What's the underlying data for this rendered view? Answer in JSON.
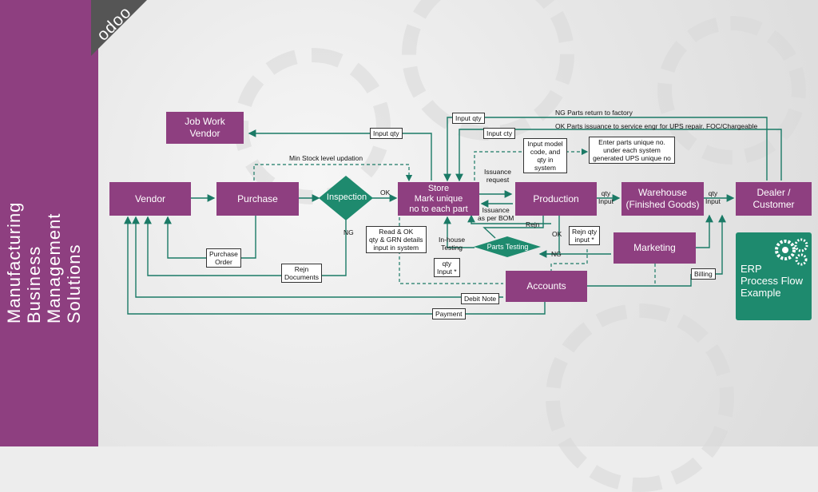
{
  "brand": {
    "logo_text": "odoo"
  },
  "sidebar": {
    "title_lines": [
      "Manufacturing",
      "Business",
      "Management",
      "Solutions"
    ]
  },
  "colors": {
    "box": "#8e3f80",
    "line": "#1b7a66",
    "diamond": "#1e8a6e",
    "erp_card": "#1e8a6e"
  },
  "nodes": {
    "job_work_vendor": "Job Work\nVendor",
    "vendor": "Vendor",
    "purchase": "Purchase",
    "inspection": "Inspection",
    "store": "Store\nMark unique\nno to each part",
    "production": "Production",
    "warehouse": "Warehouse\n(Finished Goods)",
    "dealer": "Dealer /\nCustomer",
    "marketing": "Marketing",
    "accounts": "Accounts",
    "parts_testing": "Parts Testing"
  },
  "labels": {
    "input_qty_top": "Input qty",
    "input_qty_jw": "Input qty",
    "input_cty": "Input cty",
    "ng_return": "NG Parts return to factory",
    "ok_issuance": "OK Parts issuance to service engr for UPS repair. FOC/Chargeable",
    "min_stock": "Min Stock level updation",
    "input_model": "Input model\ncode, and qty in\nsystem",
    "enter_parts": "Enter parts unique no.\nunder each system\ngenerated  UPS unique no",
    "issuance_request": "Issuance\nrequest",
    "issuance_bom": "Issuance\nas per BOM",
    "ok_inspection": "OK",
    "ng_inspection": "NG",
    "qty_input_wh": "qty\nInput",
    "qty_input_dealer": "qty\nInput",
    "rejn": "Rejn",
    "ok_testing": "OK",
    "ng_testing": "NG",
    "rejn_qty_input": "Rejn qty\ninput *",
    "read_ok": "Read & OK\nqty & GRN details\ninput in system",
    "in_house_testing": "In-house\nTesting",
    "qty_input_store": "qty\nInput *",
    "purchase_order": "Purchase\nOrder",
    "rejn_documents": "Rejn\nDocuments",
    "debit_note": "Debit Note",
    "payment": "Payment",
    "billing": "Billing"
  },
  "erp_card": {
    "text": "ERP\nProcess Flow\nExample",
    "icon": "gears-icon"
  }
}
